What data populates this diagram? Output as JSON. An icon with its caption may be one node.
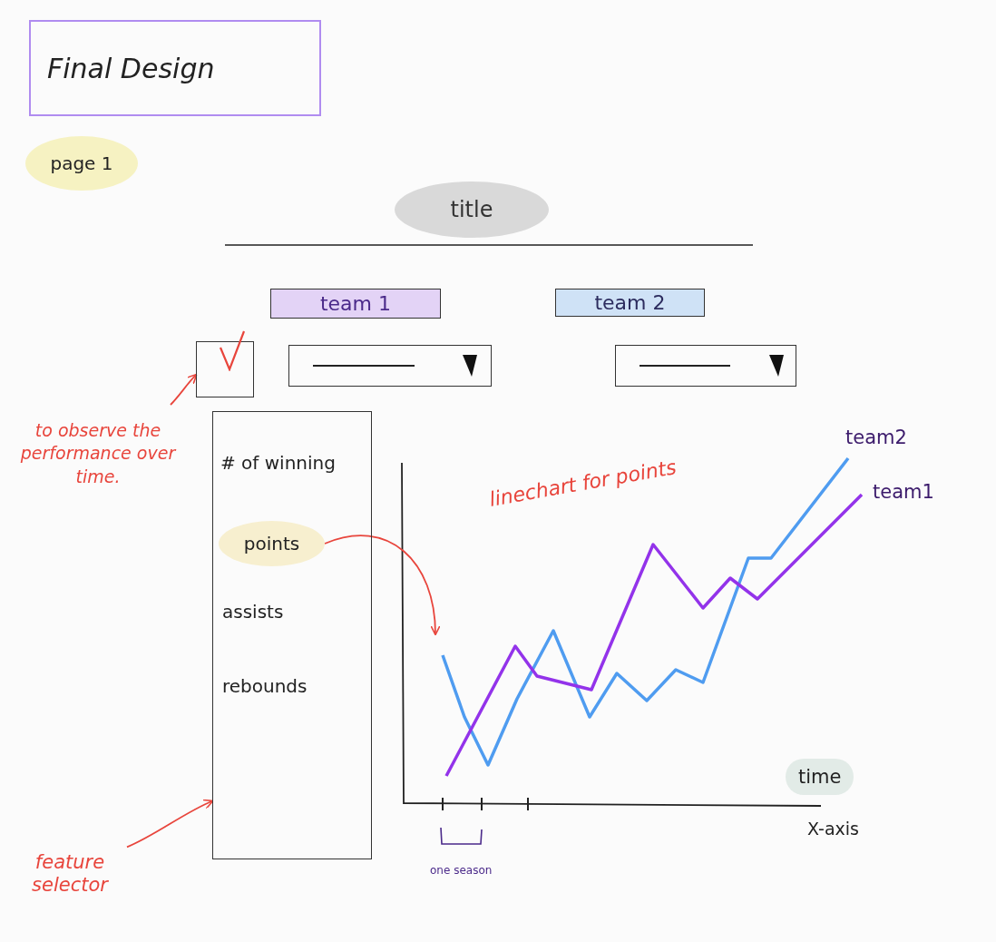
{
  "diagram": {
    "nodes": [
      {
        "text": [
          "Final Design"
        ]
      },
      {
        "text": [
          "page 1"
        ]
      },
      {
        "text": [
          "title"
        ]
      },
      {
        "text": [
          "team 1"
        ]
      },
      {
        "text": [
          "team 2"
        ]
      },
      {
        "text": [],
        "shape": "box"
      },
      {
        "text": [],
        "shape": "box"
      },
      {
        "text": [],
        "shape": "box"
      },
      {
        "text": [
          "to observe the performance over time."
        ]
      },
      {
        "text": [],
        "shape": "box"
      },
      {
        "text": [
          "# of winning"
        ],
        "in": 9
      },
      {
        "text": [
          "points"
        ],
        "in": 9
      },
      {
        "text": [
          "assists"
        ],
        "in": 9
      },
      {
        "text": [
          "rebounds"
        ],
        "in": 9
      },
      {
        "text": [],
        "shape": "picture"
      },
      {
        "text": [
          "feature selector"
        ]
      }
    ],
    "edges": [
      {
        "from": 8,
        "to": 5,
        "arrow": "to"
      },
      {
        "from": 15,
        "to": 9,
        "arrow": "to"
      },
      {
        "from": 11,
        "to": 14,
        "arrow": "to",
        "label": "linechart for points"
      }
    ],
    "labels": [
      "team2",
      "team1",
      "time",
      "X-axis",
      "one season"
    ]
  }
}
